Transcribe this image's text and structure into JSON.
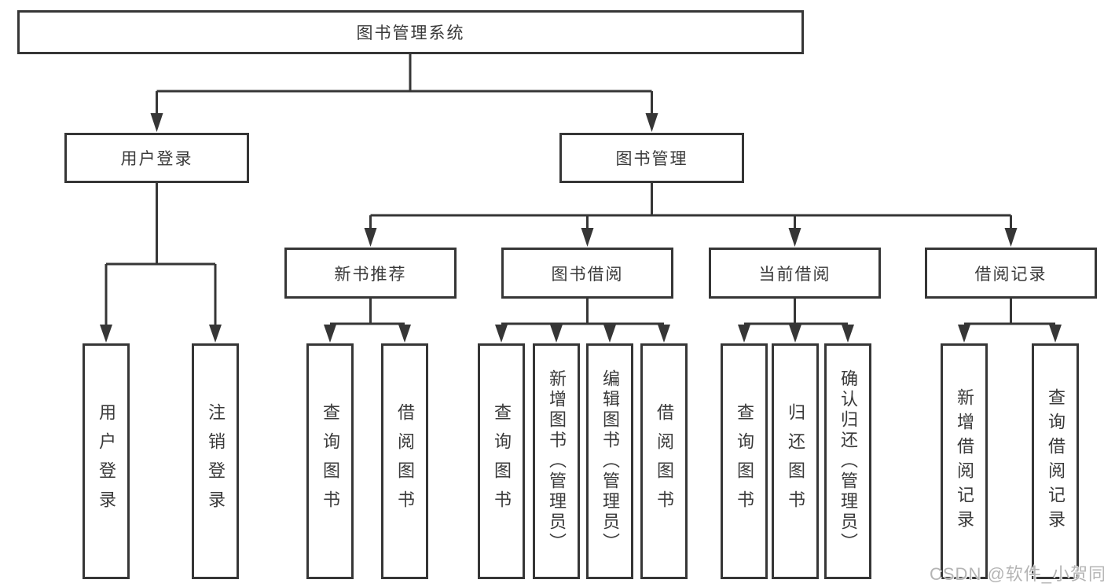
{
  "diagram": {
    "title": "图书管理系统",
    "branch_user": {
      "label": "用户登录",
      "children": [
        "用户登录",
        "注销登录"
      ]
    },
    "branch_books": {
      "label": "图书管理",
      "children": [
        {
          "label": "新书推荐",
          "children": [
            "查询图书",
            "借阅图书"
          ]
        },
        {
          "label": "图书借阅",
          "children": [
            "查询图书",
            "新增图书（管理员）",
            "编辑图书（管理员）",
            "借阅图书"
          ]
        },
        {
          "label": "当前借阅",
          "children": [
            "查询图书",
            "归还图书",
            "确认归还（管理员）"
          ]
        },
        {
          "label": "借阅记录",
          "children": [
            "新增借阅记录",
            "查询借阅记录"
          ]
        }
      ]
    },
    "colors": {
      "line": "#363636",
      "text": "#3a3a3a",
      "watermark": "#b4b4b4",
      "background": "#ffffff"
    },
    "watermark": "CSDN @软件_小贺同学"
  }
}
